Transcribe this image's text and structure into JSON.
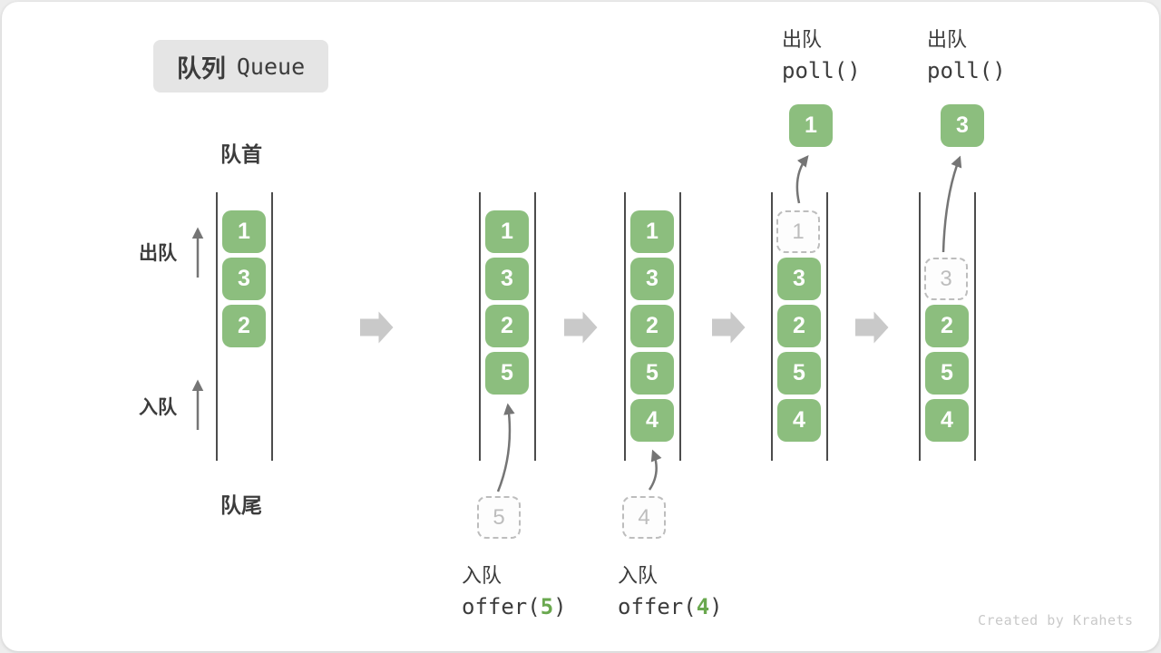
{
  "title": {
    "zh": "队列",
    "en": "Queue"
  },
  "side_labels": {
    "front": "队首",
    "rear": "队尾",
    "dequeue": "出队",
    "enqueue": "入队"
  },
  "states": [
    {
      "items": [
        "1",
        "3",
        "2"
      ]
    },
    {
      "items": [
        "1",
        "3",
        "2",
        "5"
      ],
      "incoming": "5",
      "caption": {
        "action": "入队",
        "code_before": "offer(",
        "code_arg": "5",
        "code_after": ")"
      }
    },
    {
      "items": [
        "1",
        "3",
        "2",
        "5",
        "4"
      ],
      "incoming": "4",
      "caption": {
        "action": "入队",
        "code_before": "offer(",
        "code_arg": "4",
        "code_after": ")"
      }
    },
    {
      "ghost": "1",
      "ghost_row": 0,
      "items": [
        "3",
        "2",
        "5",
        "4"
      ],
      "popped": "1",
      "caption": {
        "action": "出队",
        "code": "poll()"
      }
    },
    {
      "ghost": "3",
      "ghost_row": 1,
      "items": [
        "2",
        "5",
        "4"
      ],
      "popped": "3",
      "caption": {
        "action": "出队",
        "code": "poll()"
      }
    }
  ],
  "watermark": "Created by Krahets",
  "colors": {
    "item_green": "#8CBE7E",
    "code_green": "#6AA84F",
    "text_dark": "#3C3C3C",
    "ghost_gray": "#BDBDBD",
    "arrow_gray": "#757575",
    "block_arrow_gray": "#C9C9C9",
    "line_dark": "#4C4C4C",
    "title_bg": "#E5E5E5"
  }
}
